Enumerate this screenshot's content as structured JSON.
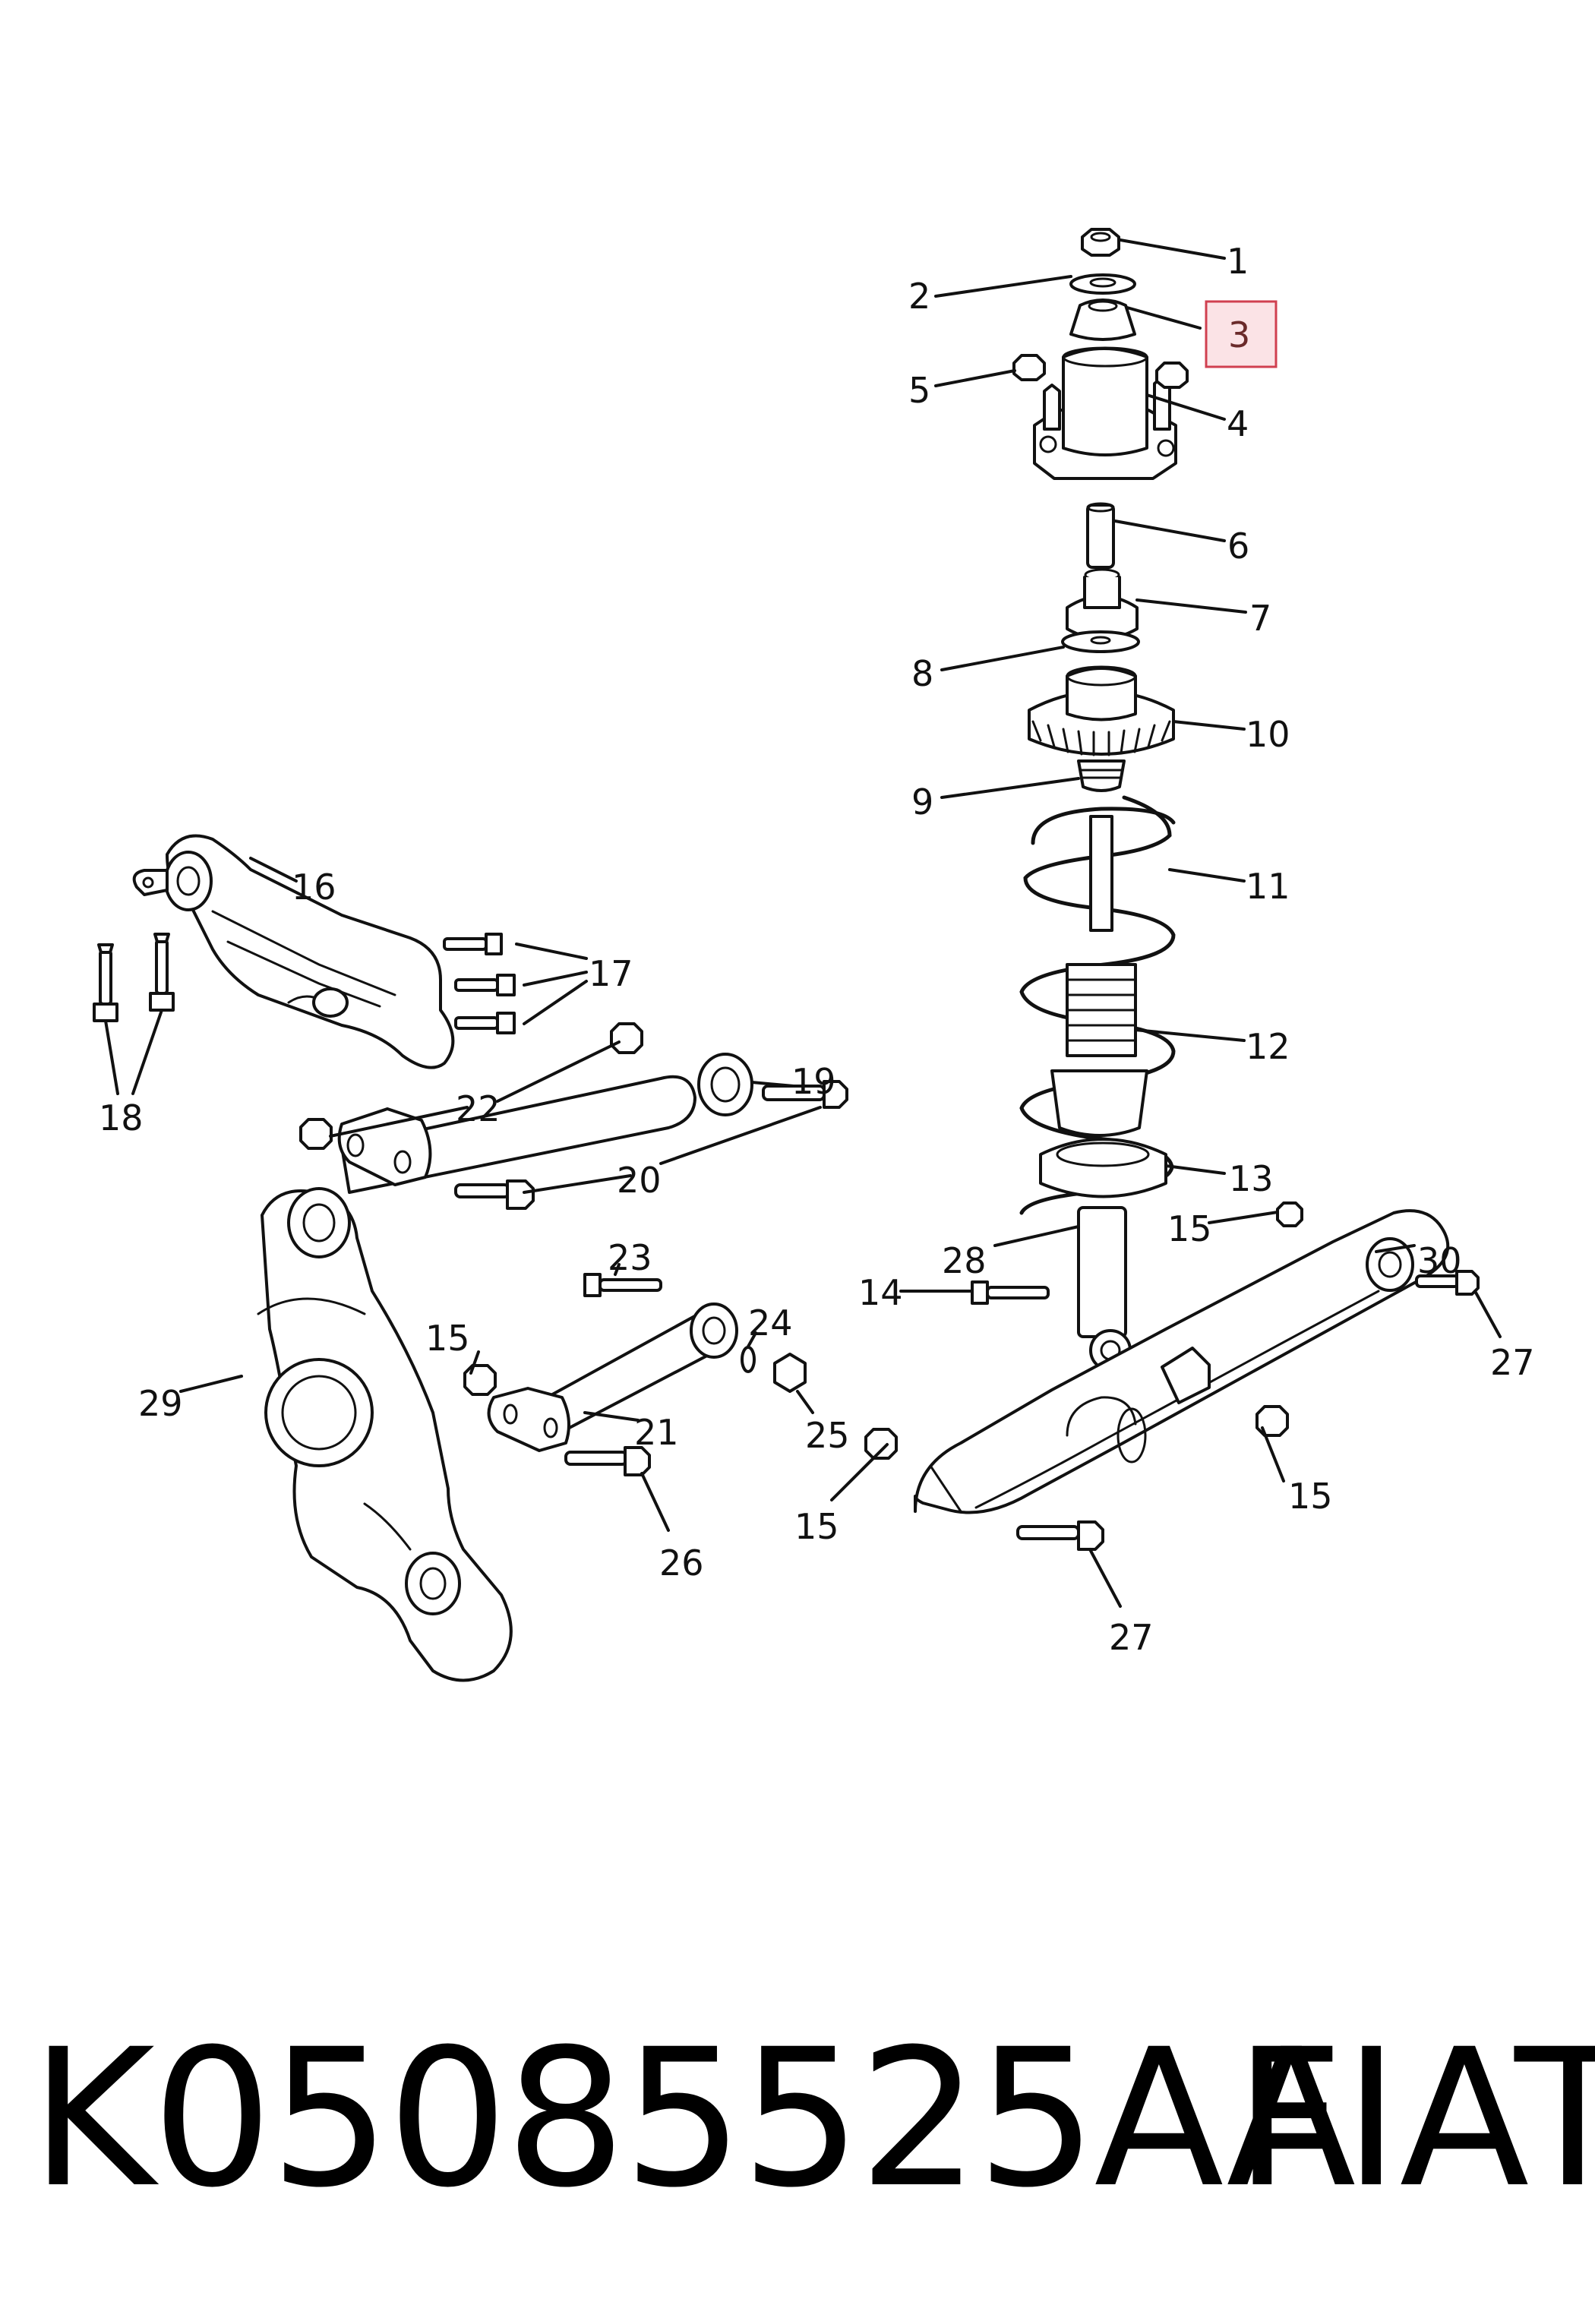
{
  "callouts": {
    "c1": "1",
    "c2": "2",
    "c3": "3",
    "c4": "4",
    "c5": "5",
    "c6": "6",
    "c7": "7",
    "c8": "8",
    "c9": "9",
    "c10": "10",
    "c11": "11",
    "c12": "12",
    "c13": "13",
    "c14": "14",
    "c15a": "15",
    "c15b": "15",
    "c15c": "15",
    "c15d": "15",
    "c16": "16",
    "c17": "17",
    "c18": "18",
    "c19": "19",
    "c20": "20",
    "c21": "21",
    "c22": "22",
    "c23": "23",
    "c24": "24",
    "c25": "25",
    "c26": "26",
    "c27a": "27",
    "c27b": "27",
    "c28": "28",
    "c29": "29",
    "c30": "30"
  },
  "highlighted_callout": "3",
  "highlight_color": "#d04050",
  "caption": {
    "part_number": "K05085525AA",
    "brand": "FIAT"
  }
}
